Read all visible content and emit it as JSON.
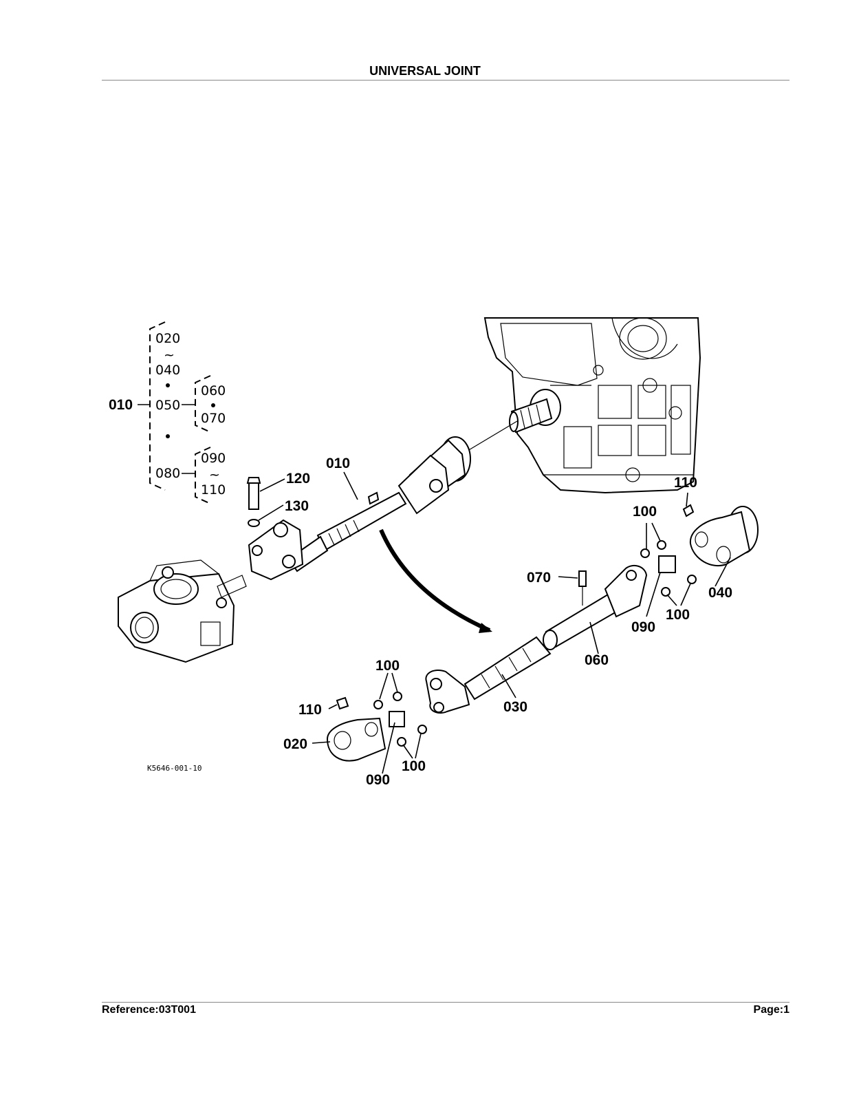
{
  "page": {
    "title": "UNIVERSAL JOINT",
    "reference": "Reference:03T001",
    "page_label": "Page:1"
  },
  "diagram": {
    "figure_code": "K5646-001-10",
    "tree": {
      "root": "010",
      "a_top": "020",
      "a_tilde": "~",
      "a_bottom": "040",
      "b": "050",
      "b_top": "060",
      "b_bottom": "070",
      "c": "080",
      "c_top": "090",
      "c_tilde": "~",
      "c_bottom": "110"
    },
    "callouts": {
      "c010": "010",
      "c120": "120",
      "c130": "130",
      "c110_right": "110",
      "c100_right_top": "100",
      "c070": "070",
      "c040": "040",
      "c090_right": "090",
      "c100_right_bottom": "100",
      "c060": "060",
      "c100_left_top": "100",
      "c110_left": "110",
      "c030": "030",
      "c020": "020",
      "c100_left_bottom": "100",
      "c090_left": "090"
    }
  }
}
